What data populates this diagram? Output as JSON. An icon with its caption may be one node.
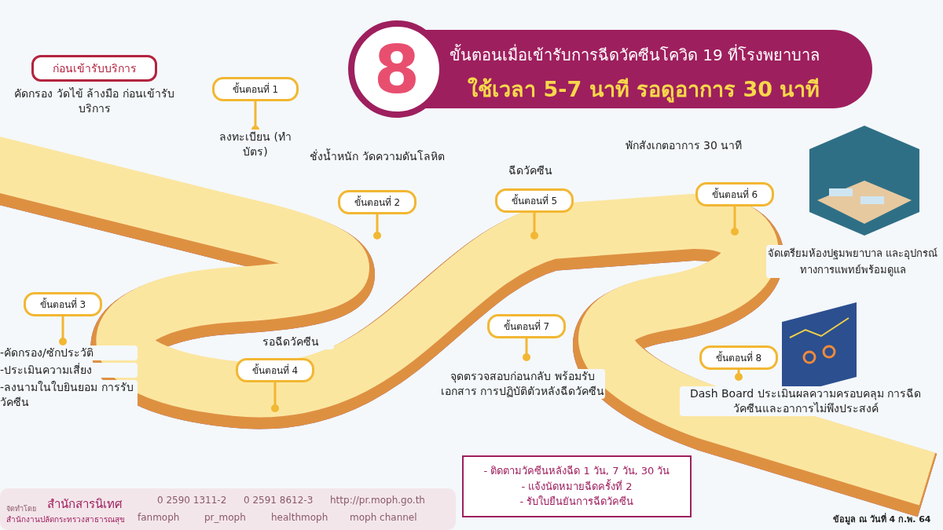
{
  "diagram": {
    "title": "ขั้นตอนเมื่อเข้ารับการฉีดวัคซีนโควิด 19 ที่โรงพยาบาล",
    "nodes": [
      {
        "text": [
          "ก่อนเข้ารับบริการ"
        ],
        "beside": [
          "คัดกรอง วัดไข้ ล้างมือ ก่อนเข้ารับบริการ"
        ]
      },
      {
        "text": [
          "ขั้นตอนที่ 1"
        ],
        "beside": [
          "ลงทะเบียน (ทำบัตร)"
        ]
      },
      {
        "text": [
          "ขั้นตอนที่ 2"
        ],
        "beside": [
          "ชั่งน้ำหนัก วัดความดันโลหิต"
        ]
      },
      {
        "text": [
          "ขั้นตอนที่ 3"
        ],
        "beside": [
          "-คัดกรอง/ซักประวัติ",
          "-ประเมินความเสี่ยง",
          "-ลงนามในใบยินยอม การรับวัคซีน"
        ]
      },
      {
        "text": [
          "ขั้นตอนที่ 4"
        ],
        "beside": [
          "รอฉีดวัคซีน"
        ]
      },
      {
        "text": [
          "ขั้นตอนที่ 5"
        ],
        "beside": [
          "ฉีดวัคซีน"
        ]
      },
      {
        "text": [
          "ขั้นตอนที่ 6"
        ],
        "beside": [
          "พักสังเกตอาการ 30 นาที"
        ]
      },
      {
        "text": [
          "ขั้นตอนที่ 7"
        ],
        "beside": [
          "จุดตรวจสอบก่อนกลับ พร้อมรับเอกสาร การปฏิบัติตัวหลังฉีดวัคซีน"
        ]
      },
      {
        "text": [
          "ขั้นตอนที่ 8"
        ],
        "beside": [
          "Dash Board ประเมินผลความครอบคลุม การฉีดวัคซีนและอาการไม่พึงประสงค์"
        ]
      },
      {
        "text": [
          "- ติดตามวัคซีนหลังฉีด 1 วัน, 7 วัน, 30 วัน",
          "- แจ้งนัดหมายฉีดครั้งที่ 2",
          "- รับใบยืนยันการฉีดวัคซีน"
        ]
      }
    ],
    "labels": [
      "8",
      "ใช้เวลา 5-7 นาที รอดูอาการ 30 นาที",
      "จัดเตรียมห้องปฐมพยาบาล และอุปกรณ์ทางการแพทย์พร้อมดูแล",
      "จัดทำโดย",
      "สำนักสารนิเทศ",
      "สำนักงานปลัดกระทรวงสาธารณสุข",
      "0 2590 1311-2",
      "0 2591 8612-3",
      "http://pr.moph.go.th",
      "fanmoph",
      "pr_moph",
      "healthmoph",
      "moph channel",
      "ข้อมูล ณ วันที่ 4 ก.พ. 64"
    ]
  }
}
